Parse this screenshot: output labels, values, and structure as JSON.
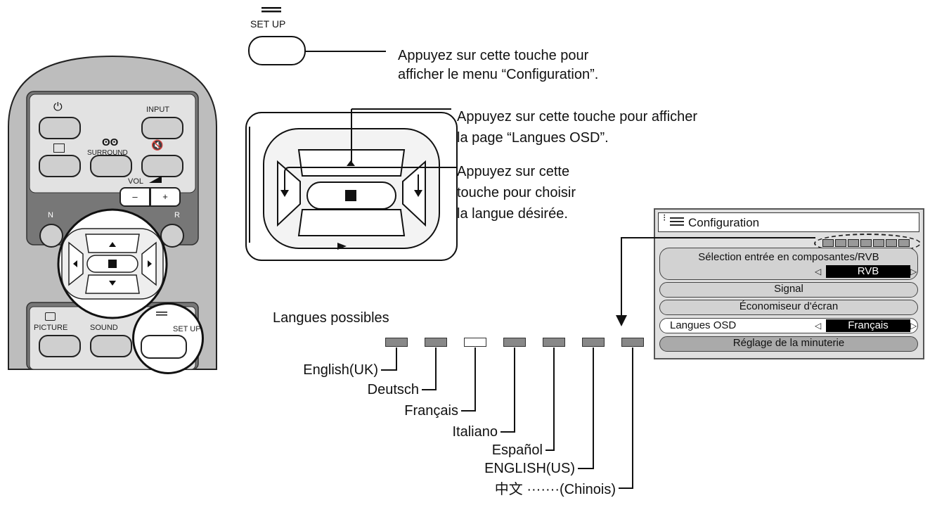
{
  "setup_top": {
    "icon": "menu-lines-icon",
    "label": "SET UP"
  },
  "callouts": {
    "setup": "Appuyez sur cette touche pour afficher le menu “Configuration”.",
    "up_line1": "Appuyez sur cette touche pour afficher",
    "up_line2": "la page “Langues OSD”.",
    "lr_line1": "Appuyez sur cette",
    "lr_line2": "touche pour choisir",
    "lr_line3": "la langue désirée."
  },
  "remote": {
    "buttons": {
      "power": "⏻",
      "input": "INPUT",
      "surround_icon": "ʘʘ",
      "surround": "SURROUND",
      "mute": "🔇",
      "vol": "VOL",
      "vol_minus": "–",
      "vol_plus": "+",
      "n": "N",
      "r": "R",
      "picture": "PICTURE",
      "sound": "SOUND",
      "setup": "SET UP"
    }
  },
  "menu": {
    "title": "Configuration",
    "items": [
      {
        "label": "Sélection entrée en composantes/RVB",
        "value": "RVB"
      },
      {
        "label": "Signal"
      },
      {
        "label": "Économiseur d'écran"
      },
      {
        "label": "Langues OSD",
        "value": "Français"
      },
      {
        "label": "Réglage de la minuterie"
      }
    ]
  },
  "languages": {
    "title": "Langues possibles",
    "selected_index": 2,
    "items": [
      "English(UK)",
      "Deutsch",
      "Français",
      "Italiano",
      "Español",
      "ENGLISH(US)",
      "中文 ·······(Chinois)"
    ]
  }
}
